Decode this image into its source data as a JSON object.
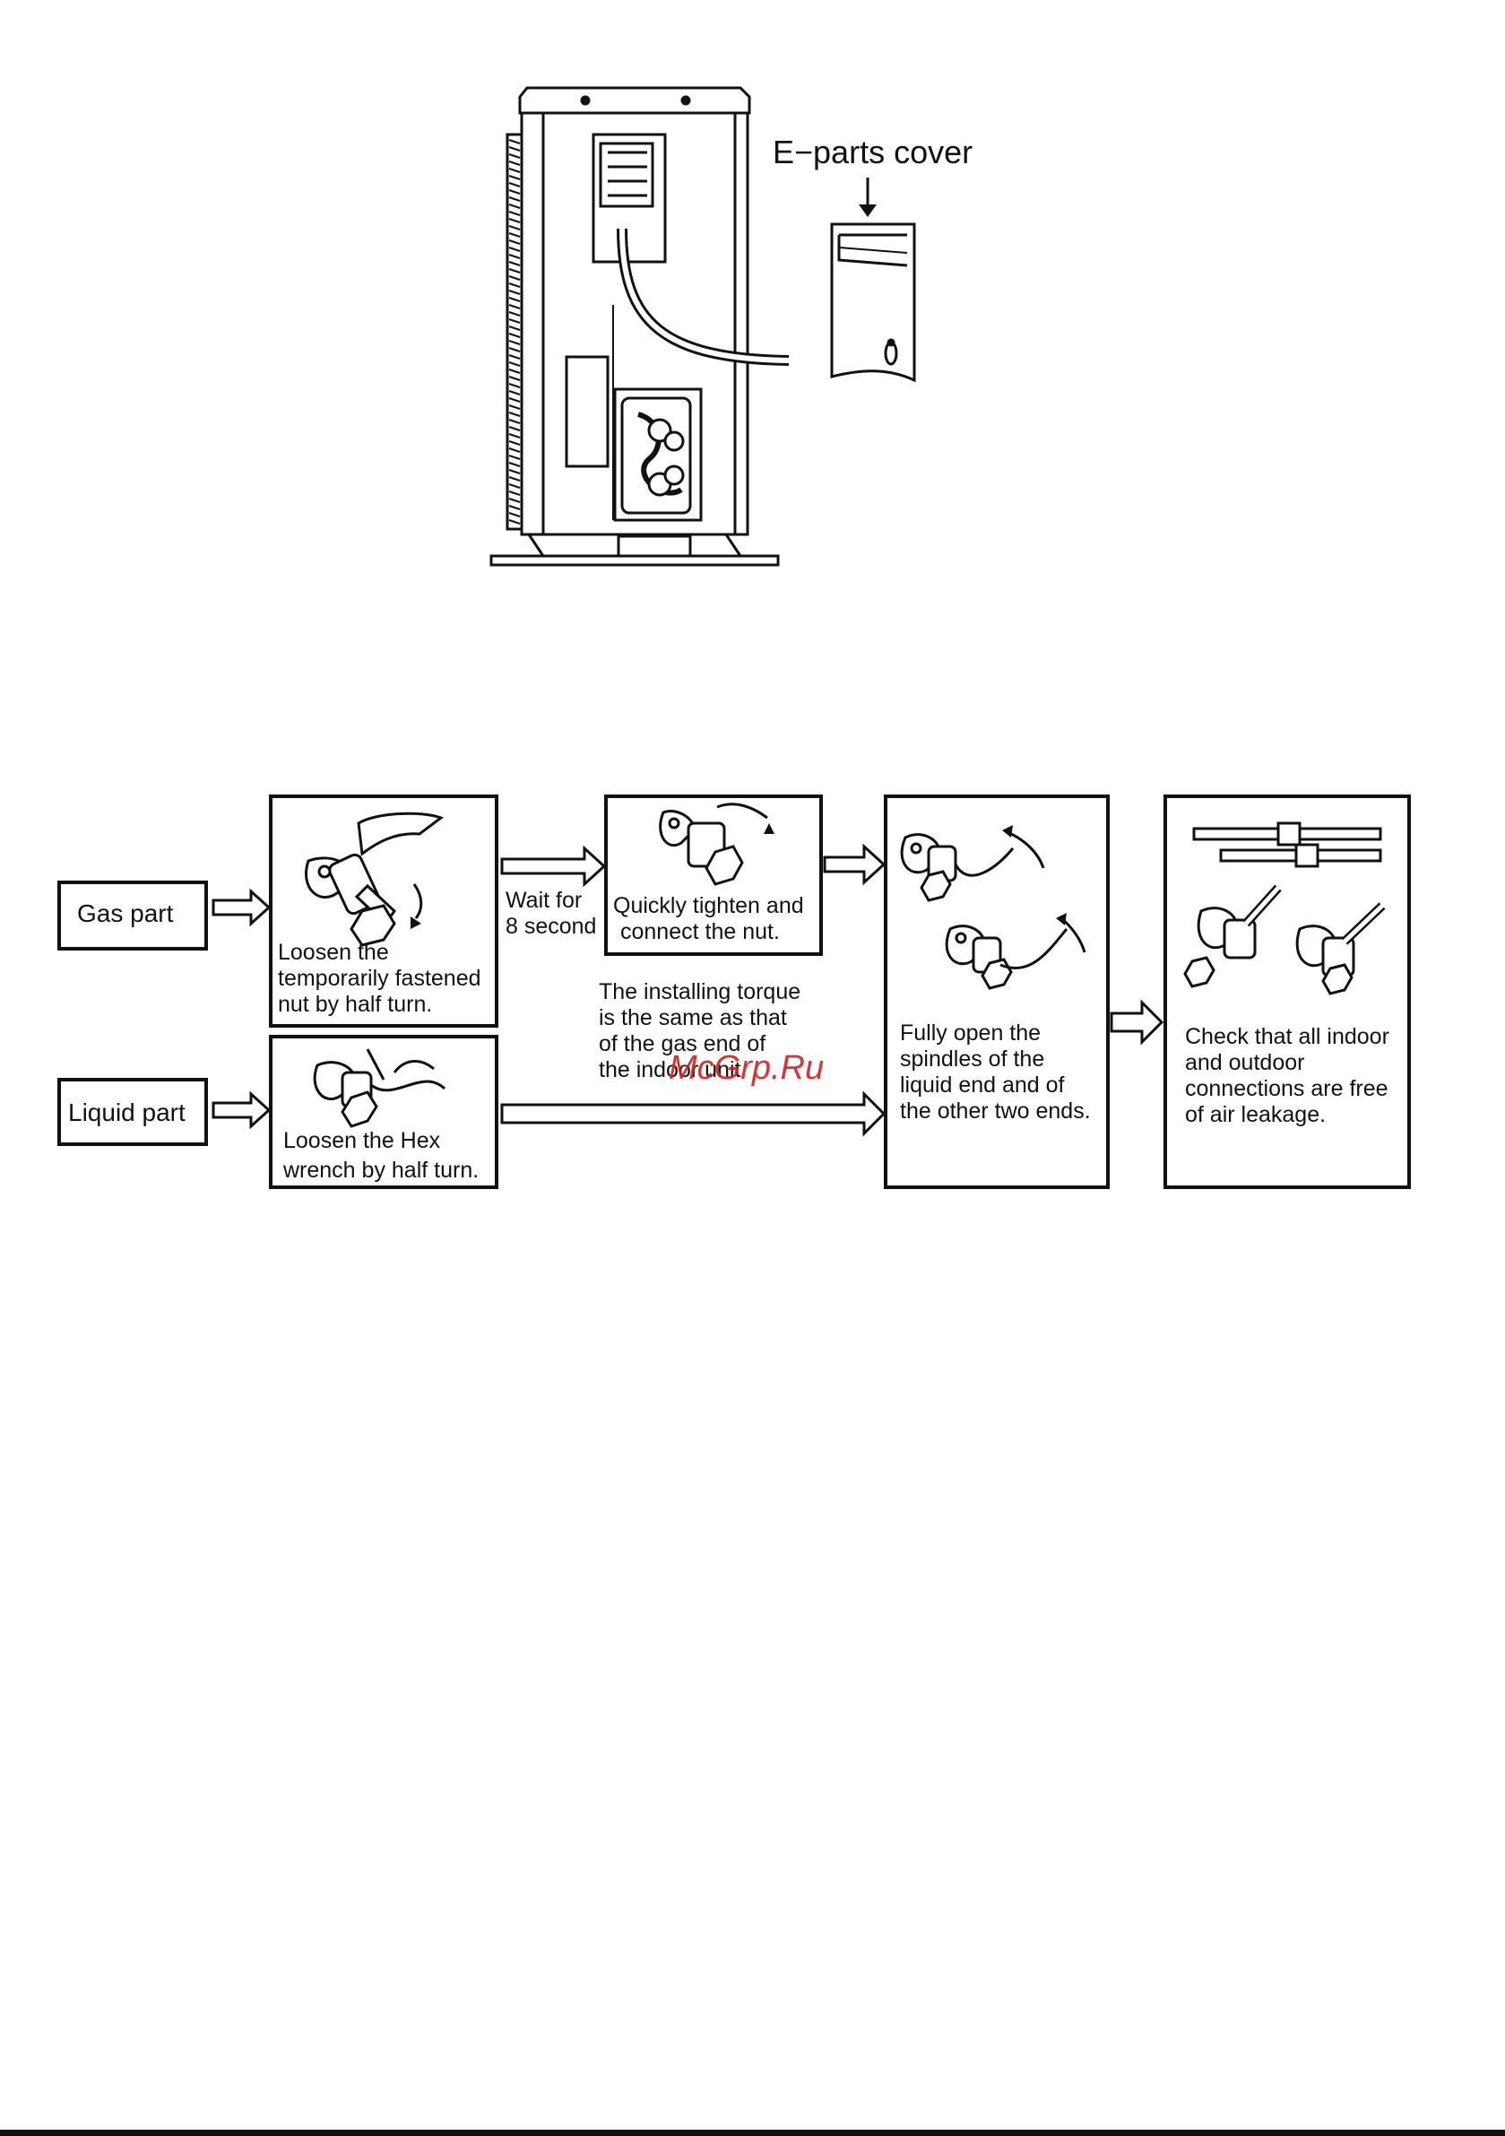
{
  "unit_figure": {
    "eparts_cover_label": "E−parts cover"
  },
  "flow": {
    "gas_part_label": "Gas part",
    "liquid_part_label": "Liquid part",
    "step_gas_loosen": [
      "Loosen the",
      "temporarily fastened",
      "nut by half turn."
    ],
    "wait_text": [
      "Wait for",
      "8 second"
    ],
    "step_tighten": [
      "Quickly tighten and",
      "connect the nut."
    ],
    "torque_note": [
      "The installing torque",
      "is the same as that",
      "of the gas end of",
      "the indoor unit"
    ],
    "step_liquid_loosen": [
      "Loosen the Hex",
      "wrench by half turn."
    ],
    "step_open": [
      "Fully open the",
      "spindles of the",
      "liquid end and of",
      "the other two ends."
    ],
    "step_check": [
      "Check that all indoor",
      "and outdoor",
      "connections are free",
      "of air leakage."
    ]
  },
  "watermark": "McGrp.Ru",
  "colors": {
    "ink": "#111111",
    "watermark": "#d22020"
  }
}
